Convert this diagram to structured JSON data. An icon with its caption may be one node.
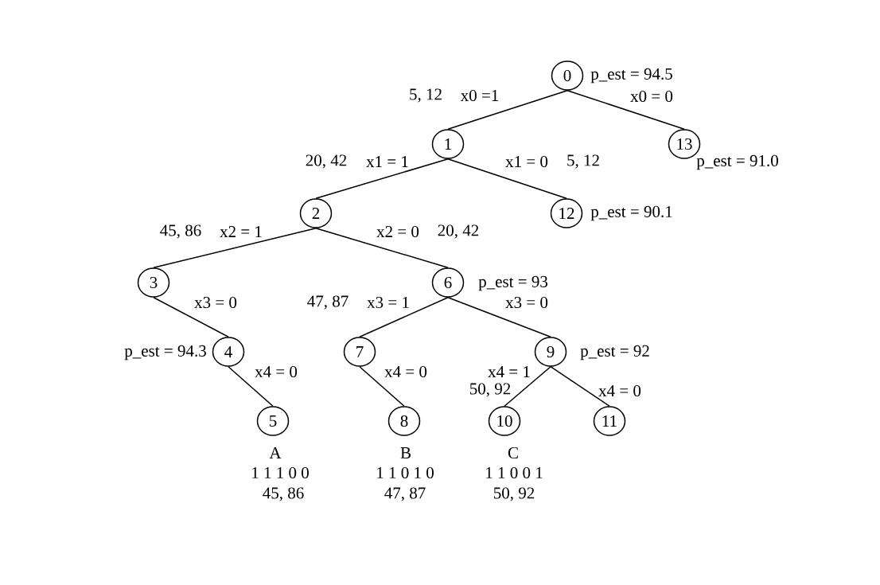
{
  "diagram": {
    "nodes": [
      {
        "text": [
          "0"
        ],
        "beside": [
          "p_est = 94.5"
        ]
      },
      {
        "text": [
          "1"
        ]
      },
      {
        "text": [
          "13"
        ],
        "beside": [
          "p_est = 91.0"
        ]
      },
      {
        "text": [
          "2"
        ]
      },
      {
        "text": [
          "12"
        ],
        "beside": [
          "p_est = 90.1"
        ]
      },
      {
        "text": [
          "3"
        ]
      },
      {
        "text": [
          "6"
        ],
        "beside": [
          "p_est = 93"
        ]
      },
      {
        "text": [
          "4"
        ],
        "beside": [
          "p_est = 94.3"
        ]
      },
      {
        "text": [
          "7"
        ]
      },
      {
        "text": [
          "9"
        ],
        "beside": [
          "p_est = 92"
        ]
      },
      {
        "text": [
          "5"
        ],
        "beside": [
          "A",
          "1 1 1 0 0",
          "45, 86"
        ]
      },
      {
        "text": [
          "8"
        ],
        "beside": [
          "B",
          "1 1 0 1 0",
          "47, 87"
        ]
      },
      {
        "text": [
          "10"
        ],
        "beside": [
          "C",
          "1 1 0 0 1",
          "50, 92"
        ]
      },
      {
        "text": [
          "11"
        ]
      }
    ],
    "edges": [
      {
        "from": 0,
        "to": 1,
        "arrow": "none",
        "label": "x0 =1"
      },
      {
        "from": 0,
        "to": 2,
        "arrow": "none",
        "label": "x0 = 0"
      },
      {
        "from": 1,
        "to": 3,
        "arrow": "none",
        "label": "x1 = 1"
      },
      {
        "from": 1,
        "to": 4,
        "arrow": "none",
        "label": "x1 = 0"
      },
      {
        "from": 3,
        "to": 5,
        "arrow": "none",
        "label": "x2 = 1"
      },
      {
        "from": 3,
        "to": 6,
        "arrow": "none",
        "label": "x2 = 0"
      },
      {
        "from": 5,
        "to": 7,
        "arrow": "none",
        "label": "x3 = 0"
      },
      {
        "from": 6,
        "to": 8,
        "arrow": "none",
        "label": "x3 = 1"
      },
      {
        "from": 6,
        "to": 9,
        "arrow": "none",
        "label": "x3 = 0"
      },
      {
        "from": 7,
        "to": 10,
        "arrow": "none",
        "label": "x4 = 0"
      },
      {
        "from": 8,
        "to": 11,
        "arrow": "none",
        "label": "x4 = 0"
      },
      {
        "from": 9,
        "to": 12,
        "arrow": "none",
        "label": "x4 = 1"
      },
      {
        "from": 9,
        "to": 13,
        "arrow": "none",
        "label": "x4 = 0"
      }
    ],
    "labels": [
      "5, 12",
      "20, 42",
      "5, 12",
      "45, 86",
      "20, 42",
      "47, 87",
      "50, 92"
    ]
  }
}
